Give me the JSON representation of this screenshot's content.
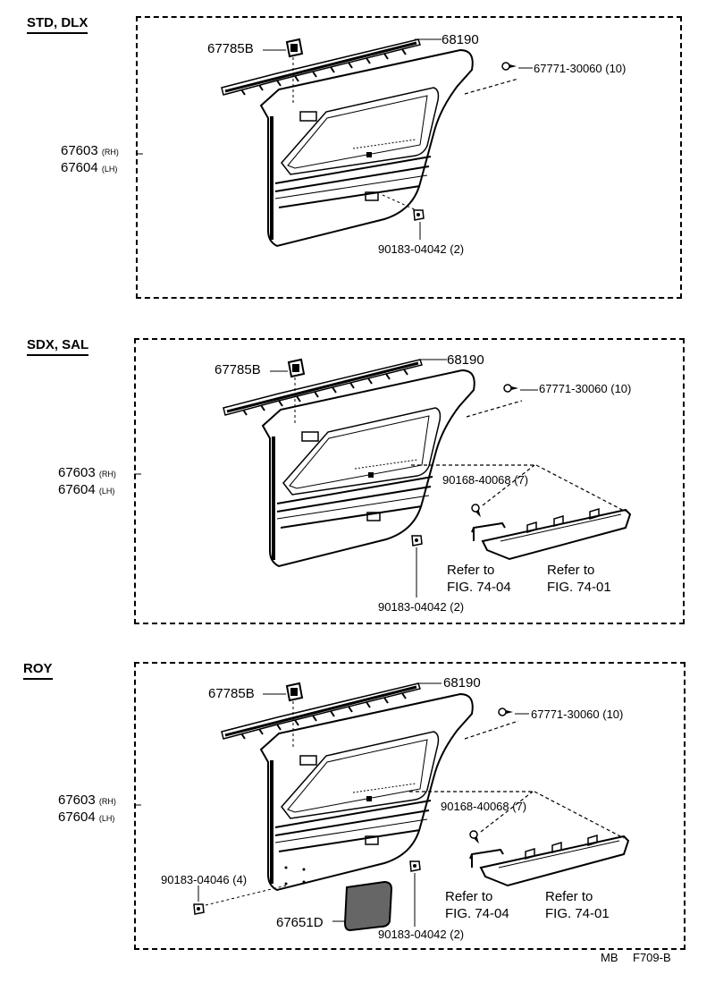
{
  "sections": [
    {
      "title": "STD, DLX",
      "side_part": {
        "rh": "67603",
        "rh_tag": "(RH)",
        "lh": "67604",
        "lh_tag": "(LH)"
      },
      "labels": {
        "clip_top": "67785B",
        "weatherstrip": "68190",
        "clip_screw": "67771-30060 (10)",
        "bottom_nut": "90183-04042 (2)"
      }
    },
    {
      "title": "SDX, SAL",
      "side_part": {
        "rh": "67603",
        "rh_tag": "(RH)",
        "lh": "67604",
        "lh_tag": "(LH)"
      },
      "labels": {
        "clip_top": "67785B",
        "weatherstrip": "68190",
        "clip_screw": "67771-30060 (10)",
        "screw": "90168-40068 (7)",
        "refer_a_line1": "Refer to",
        "refer_a_line2": "FIG. 74-04",
        "refer_b_line1": "Refer to",
        "refer_b_line2": "FIG. 74-01",
        "bottom_nut": "90183-04042 (2)"
      }
    },
    {
      "title": "ROY",
      "side_part": {
        "rh": "67603",
        "rh_tag": "(RH)",
        "lh": "67604",
        "lh_tag": "(LH)"
      },
      "labels": {
        "clip_top": "67785B",
        "weatherstrip": "68190",
        "clip_screw": "67771-30060 (10)",
        "screw": "90168-40068 (7)",
        "refer_a_line1": "Refer to",
        "refer_a_line2": "FIG. 74-04",
        "refer_b_line1": "Refer to",
        "refer_b_line2": "FIG. 74-01",
        "left_nut": "90183-04046 (4)",
        "pocket": "67651D",
        "bottom_nut": "90183-04042 (2)"
      }
    }
  ],
  "footer": {
    "left": "MB",
    "right": "F709-B"
  }
}
